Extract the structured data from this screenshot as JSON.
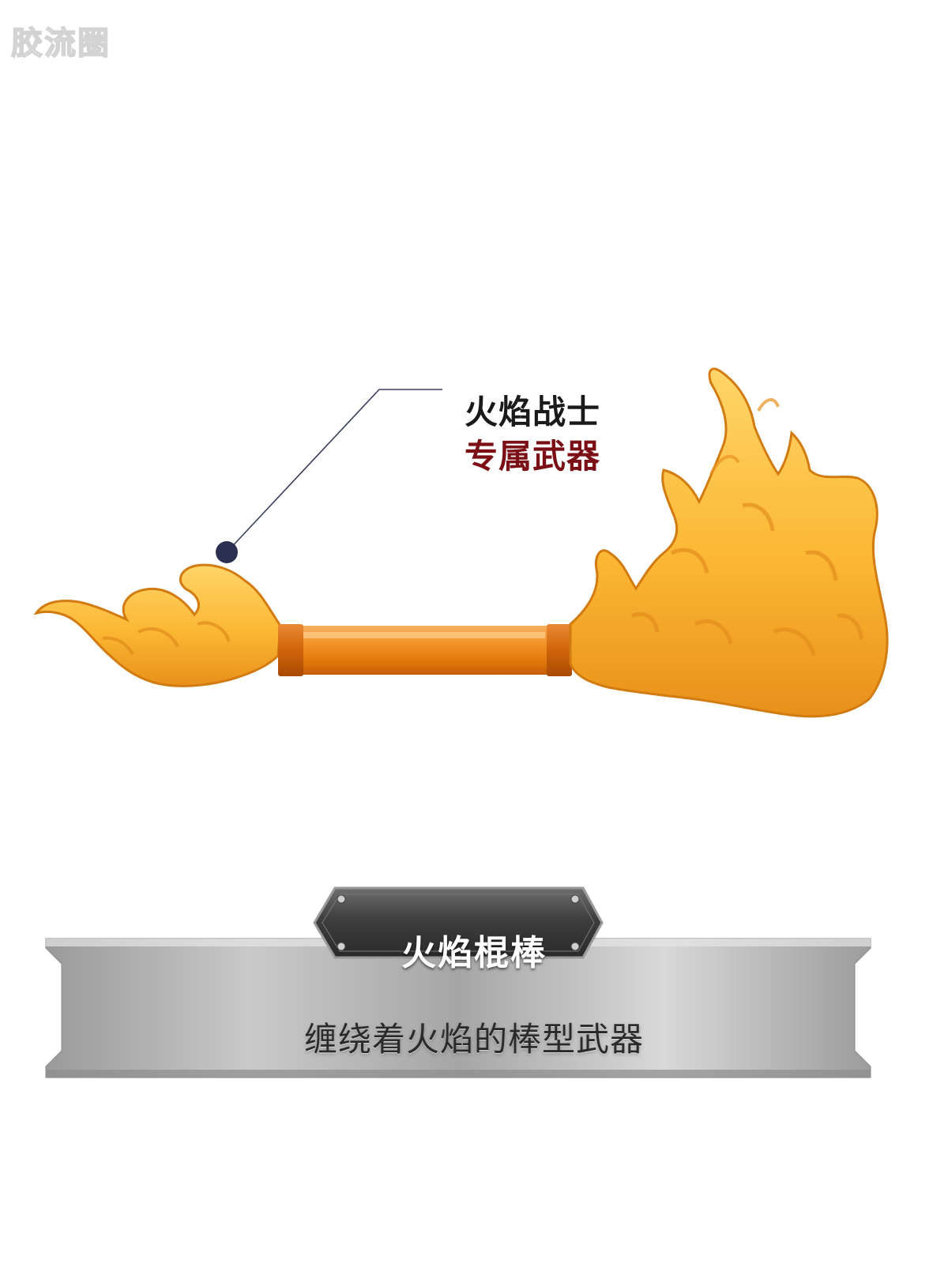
{
  "watermark": {
    "text": "胶流圈"
  },
  "callout": {
    "line1": "火焰战士",
    "line2": "专属武器"
  },
  "item_panel": {
    "title": "火焰棍棒",
    "description": "缠绕着火焰的棒型武器"
  },
  "colors": {
    "flame_light": "#fcc44a",
    "flame_dark": "#d9790d",
    "rod": "#f08a1a",
    "callout_highlight": "#7a1015",
    "callout_dot": "#2b3050",
    "panel_metal": "#b9b9b9"
  }
}
